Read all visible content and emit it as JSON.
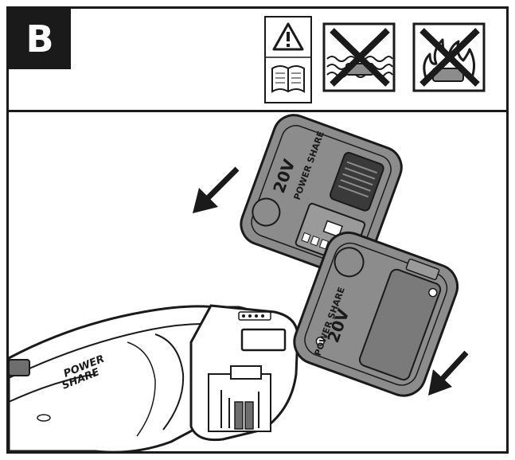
{
  "step": {
    "label": "B"
  },
  "warning_icons": [
    {
      "name": "warning-read-manual-icon"
    },
    {
      "name": "no-water-immersion-icon"
    },
    {
      "name": "no-fire-icon"
    }
  ],
  "product": {
    "brand_line1": "POWER",
    "brand_line2": "SHARE",
    "battery_voltage": "20V",
    "battery_brand": "POWER SHARE"
  },
  "colors": {
    "ink": "#1a1a1a",
    "battery_fill": "#8c8c8c",
    "battery_dark": "#6e6e6e",
    "tool_fill": "#ffffff"
  }
}
